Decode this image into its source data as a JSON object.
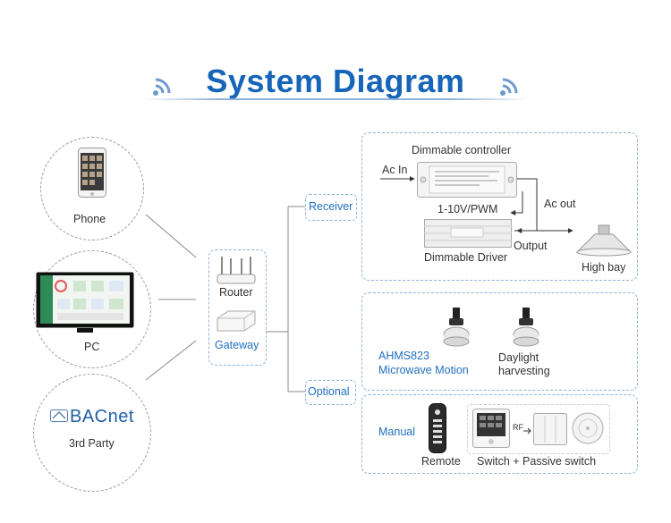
{
  "title": "System Diagram",
  "devices": {
    "phone": "Phone",
    "pc": "PC",
    "third_party": "3rd Party",
    "bacnet_logo": "BACnet"
  },
  "gateway_box": {
    "router": "Router",
    "gateway": "Gateway"
  },
  "branches": {
    "receiver": "Receiver",
    "optional": "Optional"
  },
  "receiver_panel": {
    "controller_title": "Dimmable controller",
    "ac_in": "Ac In",
    "ac_out": "Ac out",
    "signal": "1-10V/PWM",
    "output": "Output",
    "driver": "Dimmable Driver",
    "lamp": "High bay"
  },
  "sensors_panel": {
    "motion_model": "AHMS823",
    "motion_name": "Microwave Motion",
    "daylight_line1": "Daylight",
    "daylight_line2": "harvesting"
  },
  "manual_panel": {
    "manual": "Manual",
    "remote": "Remote",
    "rf": "RF",
    "switch": "Switch + Passive switch"
  },
  "colors": {
    "brand_blue": "#1665b8",
    "label_blue": "#1f6fbf",
    "dashed_border": "#8fb2d6"
  }
}
